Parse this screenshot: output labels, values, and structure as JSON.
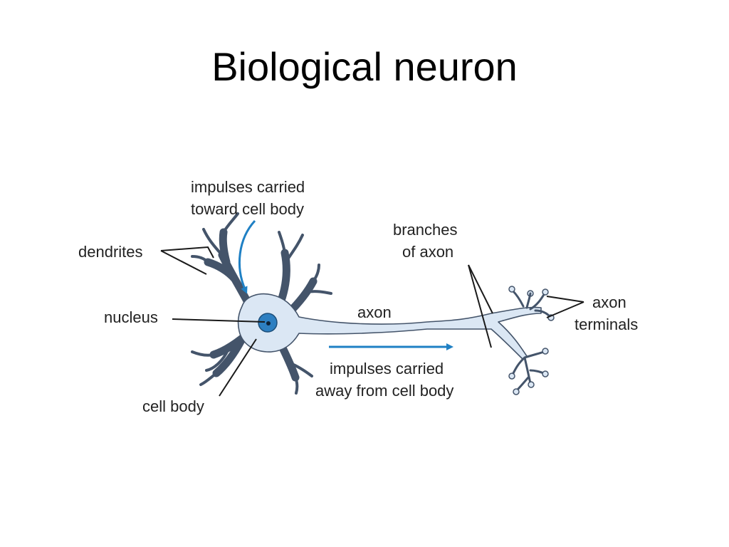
{
  "slide": {
    "title": "Biological neuron"
  },
  "labels": {
    "impulses_toward_line1": "impulses carried",
    "impulses_toward_line2": "toward cell body",
    "dendrites": "dendrites",
    "nucleus": "nucleus",
    "cell_body": "cell body",
    "axon": "axon",
    "branches_line1": "branches",
    "branches_line2": "of axon",
    "terminals_line1": "axon",
    "terminals_line2": "terminals",
    "impulses_away_line1": "impulses carried",
    "impulses_away_line2": "away from cell body"
  },
  "colors": {
    "cell_fill": "#dbe7f4",
    "cell_outline": "#44546a",
    "nucleus_fill": "#2d7fc1",
    "arrow": "#1f80c4",
    "text": "#222222"
  }
}
